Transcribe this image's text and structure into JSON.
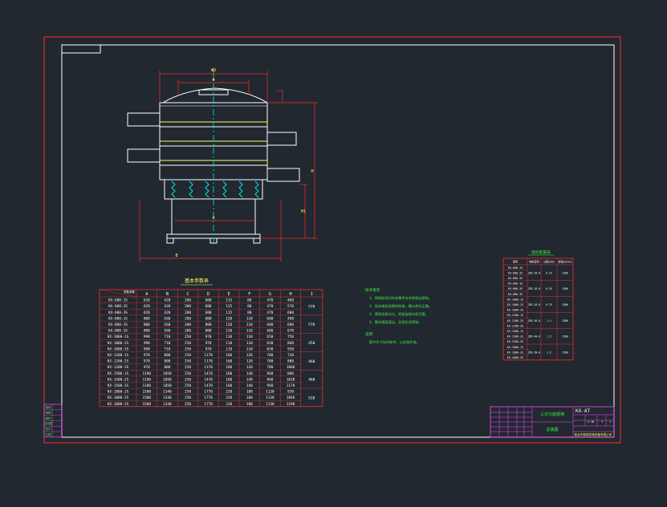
{
  "colors": {
    "background": "#212830",
    "frame": "#ff2a2a",
    "border": "#ffffff",
    "cyan": "#00e6e6",
    "yellow": "#ffff55",
    "green": "#44ee44",
    "magenta": "#ff44ff"
  },
  "drawing": {
    "dimension_labels": {
      "top_width": "ΦD",
      "inner_width": "Φ",
      "bottom_width": "A",
      "base_width": "B",
      "total_height": "H",
      "side_height": "H1"
    }
  },
  "param_table": {
    "title": "基本参数表",
    "header_corner": "规格/参数",
    "columns": [
      "A",
      "B",
      "C",
      "D",
      "E",
      "F",
      "G",
      "H",
      "I"
    ],
    "rows": [
      [
        "KX-600-1S",
        "620",
        "420",
        "200",
        "600",
        "115",
        "80",
        "470",
        "460"
      ],
      [
        "KX-600-2S",
        "620",
        "420",
        "200",
        "600",
        "115",
        "80",
        "470",
        "570"
      ],
      [
        "KX-600-3S",
        "620",
        "420",
        "200",
        "600",
        "115",
        "80",
        "470",
        "680"
      ],
      [
        "KX-800-1S",
        "800",
        "560",
        "200",
        "800",
        "120",
        "110",
        "600",
        "490"
      ],
      [
        "KX-800-2S",
        "800",
        "560",
        "200",
        "800",
        "120",
        "110",
        "600",
        "600"
      ],
      [
        "KX-800-3S",
        "800",
        "560",
        "200",
        "800",
        "120",
        "110",
        "600",
        "670"
      ],
      [
        "KX-1000-1S",
        "990",
        "710",
        "250",
        "970",
        "110",
        "110",
        "650",
        "750"
      ],
      [
        "KX-1000-2S",
        "990",
        "710",
        "250",
        "970",
        "110",
        "110",
        "650",
        "860"
      ],
      [
        "KX-1000-3S",
        "990",
        "710",
        "250",
        "970",
        "110",
        "110",
        "650",
        "950"
      ],
      [
        "KX-1200-1S",
        "970",
        "800",
        "250",
        "1170",
        "160",
        "120",
        "780",
        "730"
      ],
      [
        "KX-1200-2S",
        "970",
        "800",
        "250",
        "1170",
        "160",
        "120",
        "780",
        "880"
      ],
      [
        "KX-1200-3S",
        "970",
        "800",
        "250",
        "1170",
        "160",
        "120",
        "780",
        "1060"
      ],
      [
        "KX-1500-1S",
        "1180",
        "1050",
        "250",
        "1470",
        "160",
        "140",
        "960",
        "880"
      ],
      [
        "KX-1500-2S",
        "1180",
        "1050",
        "250",
        "1470",
        "160",
        "140",
        "960",
        "1010"
      ],
      [
        "KX-1500-3S",
        "1180",
        "1050",
        "250",
        "1470",
        "160",
        "140",
        "960",
        "1170"
      ],
      [
        "KX-1800-1S",
        "1500",
        "1340",
        "250",
        "1770",
        "220",
        "180",
        "1130",
        "930"
      ],
      [
        "KX-1800-2S",
        "1500",
        "1340",
        "250",
        "1770",
        "220",
        "180",
        "1130",
        "1040"
      ],
      [
        "KX-1800-3S",
        "1500",
        "1340",
        "250",
        "1770",
        "220",
        "180",
        "1130",
        "1190"
      ]
    ],
    "i_groups": [
      {
        "rows": 3,
        "value": "570"
      },
      {
        "rows": 3,
        "value": "570"
      },
      {
        "rows": 3,
        "value": "450"
      },
      {
        "rows": 3,
        "value": "460"
      },
      {
        "rows": 3,
        "value": "460"
      },
      {
        "rows": 3,
        "value": "520"
      }
    ]
  },
  "tech_notes": {
    "heading": "技术要求",
    "items": [
      "1、焊接前须对所有零件去毛刺锐边倒钝。",
      "2、振动电机安装前检查，确认转向正确。",
      "3、筛网张紧均匀，框架连接牢固可靠。",
      "4、整机表面清洁，无划伤及锈蚀。"
    ],
    "note_heading": "说明",
    "note_items": [
      "图中尺寸仅供参考，以实物为准。"
    ]
  },
  "motor_table": {
    "title": "电机配置表",
    "headers": [
      "型号",
      "电机型号",
      "功率(kW)",
      "转速(r/min)"
    ],
    "rows": [
      [
        "KX-600-1S"
      ],
      [
        "KX-600-2S"
      ],
      [
        "KX-600-3S"
      ],
      [
        "KX-800-1S"
      ],
      [
        "KX-800-2S"
      ],
      [
        "KX-800-3S"
      ],
      [
        "KX-1000-1S"
      ],
      [
        "KX-1000-2S"
      ],
      [
        "KX-1000-3S"
      ],
      [
        "KX-1200-1S"
      ],
      [
        "KX-1200-2S"
      ],
      [
        "KX-1200-3S"
      ],
      [
        "KX-1500-1S"
      ],
      [
        "KX-1500-2S"
      ],
      [
        "KX-1500-3S"
      ],
      [
        "KX-1800-1S"
      ],
      [
        "KX-1800-2S"
      ],
      [
        "KX-1800-3S"
      ]
    ],
    "groups": [
      {
        "rows": 3,
        "motor": "ZDS-10-6",
        "power": "0.25",
        "speed": "1500"
      },
      {
        "rows": 3,
        "motor": "ZDS-10-6",
        "power": "0.55",
        "speed": "1500"
      },
      {
        "rows": 3,
        "motor": "ZDS-20-6",
        "power": "0.75",
        "speed": "1500"
      },
      {
        "rows": 3,
        "motor": "ZDS-30-6",
        "power": "1.1",
        "speed": "1500"
      },
      {
        "rows": 3,
        "motor": "ZDS-40-6",
        "power": "1.5",
        "speed": "1500"
      },
      {
        "rows": 3,
        "motor": "ZDS-50-6",
        "power": "2.2",
        "speed": "1500"
      }
    ]
  },
  "title_block": {
    "name": "三次元旋振筛",
    "drawing_no": "KX-AT",
    "subtitle": "总装图",
    "company": "新乡市振英机械设备有限公司",
    "sheet": "1",
    "sheets": "1",
    "scale": "1:10"
  },
  "revision_block": {
    "labels": [
      "借用",
      "描图",
      "描校",
      "旧底图",
      "签字",
      "日期"
    ]
  }
}
